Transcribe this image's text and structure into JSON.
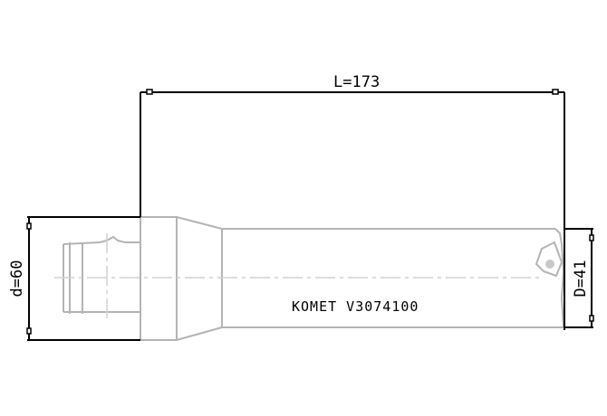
{
  "drawing": {
    "type": "tool holder technical drawing",
    "length_label": "L=173",
    "shank_diameter_label": "d=60",
    "head_diameter_label": "D=41",
    "part_marking": "KOMET V3074100"
  },
  "colors": {
    "dimension_lines": "#000000",
    "part_outline": "#b4b4b4",
    "centerline": "#d2d2d2",
    "background": "#ffffff"
  }
}
